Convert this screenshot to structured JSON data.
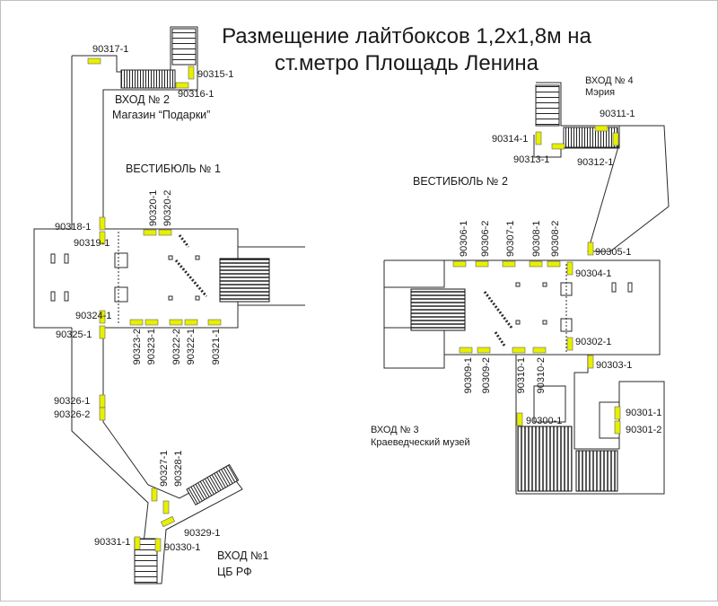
{
  "title": {
    "line1": "Размещение лайтбоксов 1,2x1,8м на",
    "line2": "ст.метро Площадь Ленина"
  },
  "colors": {
    "lightbox": "#e6f000",
    "outline": "#2a2a2a",
    "text": "#1a1a1a"
  },
  "zones": {
    "entrance2": {
      "line1": "ВХОД № 2",
      "line2": "Магазин “Подарки”"
    },
    "vestibule1": "ВЕСТИБЮЛЬ № 1",
    "entrance4": {
      "line1": "ВХОД № 4",
      "line2": "Мэрия"
    },
    "vestibule2": "ВЕСТИБЮЛЬ № 2",
    "entrance3": {
      "line1": "ВХОД № 3",
      "line2": "Краеведческий музей"
    },
    "entrance1": {
      "line1": "ВХОД №1",
      "line2": "ЦБ РФ"
    }
  },
  "lightboxes": {
    "b90317_1": "90317-1",
    "b90315_1": "90315-1",
    "b90316_1": "90316-1",
    "b90318_1": "90318-1",
    "b90319_1": "90319-1",
    "b90320_1": "90320-1",
    "b90320_2": "90320-2",
    "b90324_1": "90324-1",
    "b90325_1": "90325-1",
    "b90323_2": "90323-2",
    "b90323_1": "90323-1",
    "b90322_2": "90322-2",
    "b90322_1": "90322-1",
    "b90321_1": "90321-1",
    "b90326_1": "90326-1",
    "b90326_2": "90326-2",
    "b90327_1": "90327-1",
    "b90328_1": "90328-1",
    "b90329_1": "90329-1",
    "b90330_1": "90330-1",
    "b90331_1": "90331-1",
    "b90314_1": "90314-1",
    "b90313_1": "90313-1",
    "b90312_1": "90312-1",
    "b90311_1": "90311-1",
    "b90306_1": "90306-1",
    "b90306_2": "90306-2",
    "b90307_1": "90307-1",
    "b90308_1": "90308-1",
    "b90308_2": "90308-2",
    "b90305_1": "90305-1",
    "b90304_1": "90304-1",
    "b90302_1": "90302-1",
    "b90303_1": "90303-1",
    "b90309_1": "90309-1",
    "b90309_2": "90309-2",
    "b90310_1": "90310-1",
    "b90310_2": "90310-2",
    "b90300_1": "90300-1",
    "b90301_1": "90301-1",
    "b90301_2": "90301-2"
  }
}
